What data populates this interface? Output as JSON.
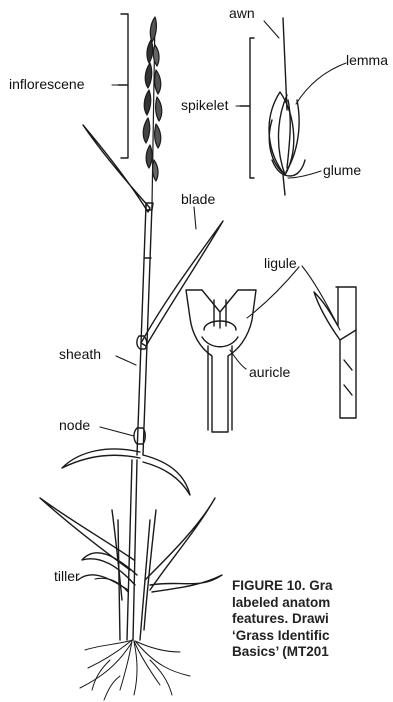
{
  "labels": {
    "awn": "awn",
    "lemma": "lemma",
    "inflorescene": "inflorescene",
    "spikelet": "spikelet",
    "glume": "glume",
    "blade": "blade",
    "ligule": "ligule",
    "auricle": "auricle",
    "sheath": "sheath",
    "node": "node",
    "tiller": "tiller"
  },
  "caption_lines": [
    "FIGURE 10. Gra",
    "labeled anatom",
    "features. Drawi",
    "‘Grass Identific",
    "Basics’ (MT201"
  ]
}
